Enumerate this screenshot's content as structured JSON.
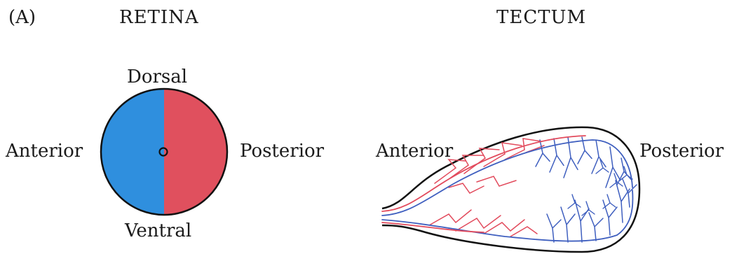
{
  "panel_label": "(A)",
  "retina": {
    "title": "RETINA",
    "dorsal": "Dorsal",
    "ventral": "Ventral",
    "anterior": "Anterior",
    "posterior": "Posterior",
    "anterior_color": "#2f8fde",
    "posterior_color": "#e0505e"
  },
  "tectum": {
    "title": "TECTUM",
    "anterior": "Anterior",
    "posterior": "Posterior",
    "anterior_axon_color": "#e24a5c",
    "posterior_axon_color": "#3f5fbf"
  }
}
